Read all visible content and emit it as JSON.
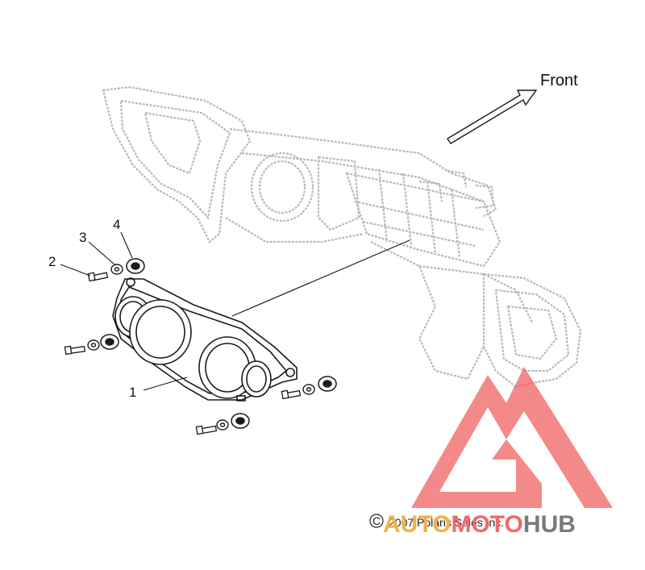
{
  "direction_label": "Front",
  "callouts": [
    "1",
    "2",
    "3",
    "4"
  ],
  "copyright": "2007 Polaris Sales Inc.",
  "copyright_symbol": "C",
  "watermark": {
    "auto": "AUTO",
    "moto": "MOTO",
    "hub": "HUB"
  },
  "colors": {
    "frame": "#b8b8b8",
    "lines": "#1a1a1a",
    "watermark_red": "#ef5b5b",
    "watermark_orange": "#f2b14a",
    "watermark_gray": "#7a7a7a"
  }
}
